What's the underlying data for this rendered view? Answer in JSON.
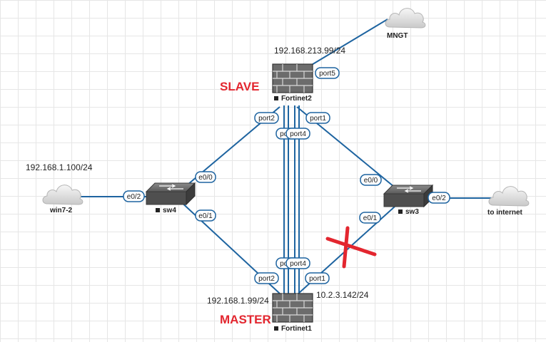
{
  "colors": {
    "link": "#1e64a0",
    "role": "#e3262f",
    "cross": "#e3262f"
  },
  "nodes": {
    "fortinet2": {
      "name": "Fortinet2",
      "ip": "192.168.213.99/24",
      "role": "SLAVE",
      "icon": "firewall-icon"
    },
    "fortinet1": {
      "name": "Fortinet1",
      "ip_left": "192.168.1.99/24",
      "ip_right": "10.2.3.142/24",
      "role": "MASTER",
      "icon": "firewall-icon"
    },
    "sw4": {
      "name": "sw4",
      "icon": "switch-icon"
    },
    "sw3": {
      "name": "sw3",
      "icon": "switch-icon"
    },
    "win7": {
      "name": "win7-2",
      "ip": "192.168.1.100/24",
      "icon": "cloud-icon"
    },
    "mngt": {
      "name": "MNGT",
      "icon": "cloud-icon"
    },
    "internet": {
      "name": "to internet",
      "icon": "cloud-icon"
    }
  },
  "ports": {
    "f2_port5": "port5",
    "f2_port2": "port2",
    "f2_port3": "port3",
    "f2_port4": "port4",
    "f2_port1": "port1",
    "f1_port2": "port2",
    "f1_port3": "port3",
    "f1_port4": "port4",
    "f1_port1": "port1",
    "sw4_e0_0": "e0/0",
    "sw4_e0_1": "e0/1",
    "sw4_e0_2": "e0/2",
    "sw3_e0_0": "e0/0",
    "sw3_e0_1": "e0/1",
    "sw3_e0_2": "e0/2"
  }
}
